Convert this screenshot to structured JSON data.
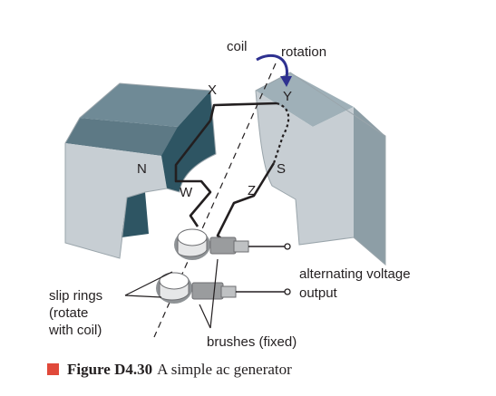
{
  "labels": {
    "coil": "coil",
    "rotation": "rotation",
    "x": "X",
    "y": "Y",
    "n": "N",
    "s": "S",
    "w": "W",
    "z": "Z",
    "alternating_line1": "alternating voltage",
    "alternating_line2": "output",
    "slip_line1": "slip rings",
    "slip_line2": "(rotate",
    "slip_line3": "with coil)",
    "brushes": "brushes (fixed)"
  },
  "caption": {
    "number": "Figure D4.30",
    "text": "A simple ac generator"
  },
  "colors": {
    "magnet_face": "#c7ced3",
    "magnet_top": "#5d7985",
    "magnet_inner": "#2e5563",
    "rotation_arrow": "#2e3190",
    "caption_marker": "#e0493a"
  }
}
